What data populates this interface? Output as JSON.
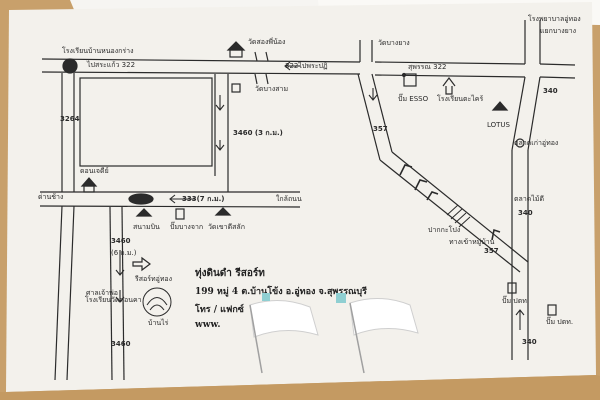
{
  "roads": {
    "road_322_top_left": "ไปสระแก้ว 322",
    "road_322_top_center": "322ไปพระปฏิ",
    "road_322_top_right": "สุพรรณ 322",
    "road_333": "333(7 ก.ม.)",
    "road_3460_a": "3460 (3 ก.ม.)",
    "road_3460_b": "3460",
    "road_3460_c": "(6 ก.ม.)",
    "road_3460_d": "3460",
    "road_3264": "3264",
    "road_340_top": "340",
    "road_340_mid": "340",
    "road_340_bottom": "340",
    "road_357_a": "357",
    "road_357_b": "357"
  },
  "places": {
    "top_left_school": "โรงเรียนบ้านหนองกร่าง",
    "top_temple": "วัดสองพี่น้อง",
    "top_temple2": "วัดบางสาม",
    "top_right_temple": "วัดบางยาง",
    "top_right_corner": "โรงพยาบาลอู่ทอง",
    "esso": "ปั๊ม ESSO",
    "kraja": "โรงเรียนตะไคร้",
    "lotus": "LOTUS",
    "market": "ตลาดเก่าอู่ทอง",
    "pttt": "ตลาดไม้ดี",
    "hotel": "ปากกะโปง",
    "soi": "ทางเข้าหมู่บ้าน",
    "right_junction": "แยกบางยาง",
    "left_temple": "ดอนเจดีย์",
    "left_intersection": "ด่านช้าง",
    "gas_left": "ปั๊มบางจาก",
    "school_mid": "สนามบิน",
    "temple_mid": "วัดเขาดีสลัก",
    "right_pump": "ปั๊ม ปตท.",
    "right_pump2": "ปั๊ม ปตท.",
    "nearby": "ใกล้ถนน",
    "destination": "รีสอร์ทอู่ทอง",
    "place_b1": "ศาลเจ้าพ่อ",
    "place_b2": "โรงเรียนวัดดอนคา",
    "village_top": "บ้านไร่"
  },
  "resort": {
    "name": "ทุ่งดินดำ รีสอร์ท",
    "address": "199 หมู่ 4 ต.บ้านโข้ง อ.อู่ทอง จ.สุพรรณบุรี",
    "phone": "โทร / แฟกซ์",
    "web": "www.",
    "logo_text": "ทุ่งดินดำ รีสอร์ท"
  },
  "colors": {
    "paper": "#f4f2ee",
    "ink": "#2b2b2b",
    "desk": "#c49a62"
  }
}
